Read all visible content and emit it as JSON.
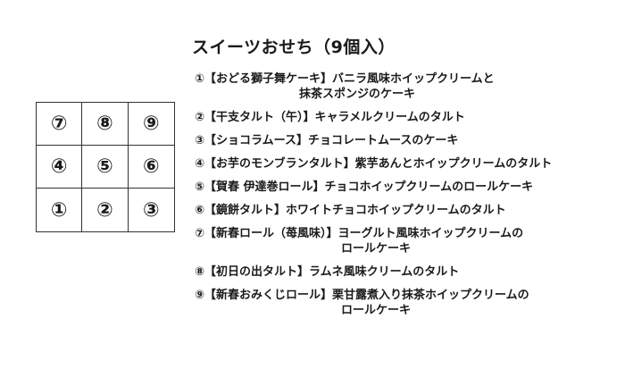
{
  "title": "スイーツおせち（9個入）",
  "grid": [
    [
      "⑦",
      "⑧",
      "⑨"
    ],
    [
      "④",
      "⑤",
      "⑥"
    ],
    [
      "①",
      "②",
      "③"
    ]
  ],
  "items": [
    {
      "line1": "①【おどる獅子舞ケーキ】バニラ風味ホイップクリームと",
      "line2": "抹茶スポンジのケーキ",
      "indent": 117
    },
    {
      "line1": "②【干支タルト（午）】キャラメルクリームのタルト",
      "line2": "",
      "indent": 0
    },
    {
      "line1": "③【ショコラムース】チョコレートムースのケーキ",
      "line2": "",
      "indent": 0
    },
    {
      "line1": "④【お芋のモンブランタルト】紫芋あんとホイップクリームのタルト",
      "line2": "",
      "indent": 0
    },
    {
      "line1": "⑤【賀春 伊達巻ロール】チョコホイップクリームのロールケーキ",
      "line2": "",
      "indent": 0
    },
    {
      "line1": "⑥【鏡餅タルト】ホワイトチョコホイップクリームのタルト",
      "line2": "",
      "indent": 0
    },
    {
      "line1": "⑦【新春ロール（苺風味）】ヨーグルト風味ホイップクリームの",
      "line2": "ロールケーキ",
      "indent": 164
    },
    {
      "line1": "⑧【初日の出タルト】ラムネ風味クリームのタルト",
      "line2": "",
      "indent": 0
    },
    {
      "line1": "⑨【新春おみくじロール】栗甘露煮入り抹茶ホイップクリームの",
      "line2": "ロールケーキ",
      "indent": 164
    }
  ]
}
